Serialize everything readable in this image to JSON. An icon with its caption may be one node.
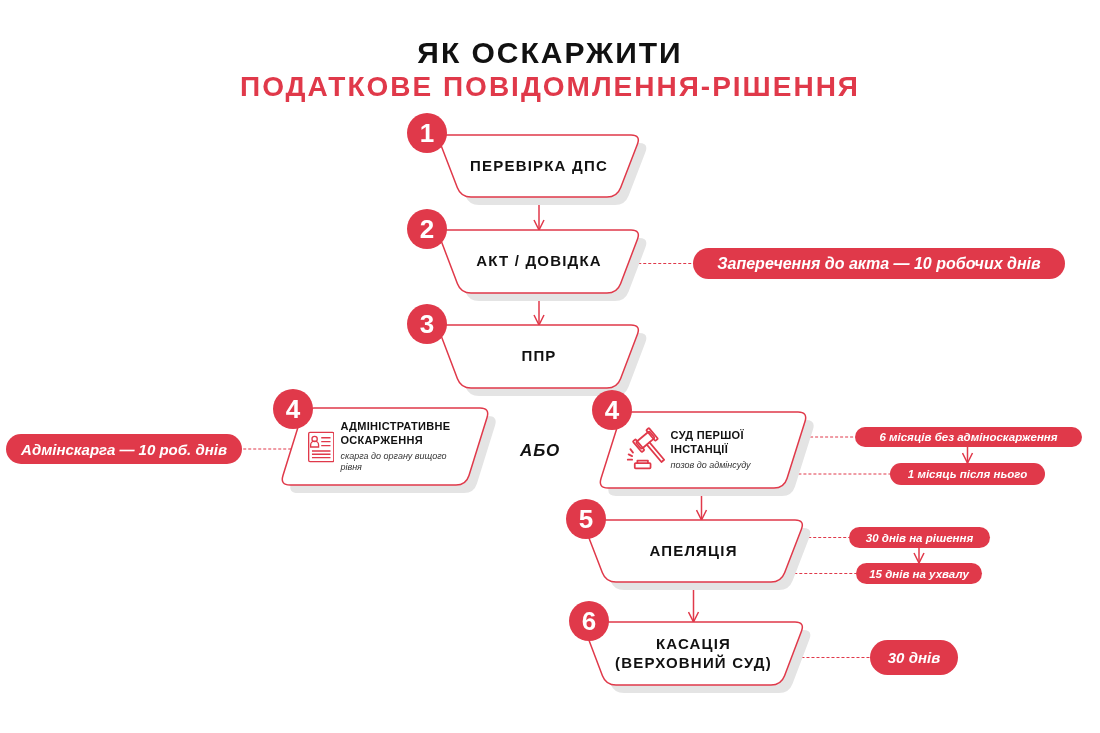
{
  "diagram": {
    "title": "ЯК ОСКАРЖИТИ",
    "nodes": [
      {
        "text": [
          "1",
          "ПЕРЕВІРКА ДПС"
        ]
      },
      {
        "text": [
          "2",
          "АКТ / ДОВІДКА"
        ]
      },
      {
        "text": [
          "3",
          "ППР"
        ]
      },
      {
        "text": [
          "4",
          "АДМІНІСТРАТИВНЕ ОСКАРЖЕННЯ",
          "скарга до органу вищого рівня"
        ]
      },
      {
        "text": [
          "4",
          "СУД ПЕРШОЇ ІНСТАНЦІЇ",
          "позов до адмінсуду"
        ]
      },
      {
        "text": [
          "5",
          "АПЕЛЯЦІЯ"
        ]
      },
      {
        "text": [
          "6",
          "КАСАЦІЯ (ВЕРХОВНИЙ СУД)"
        ]
      },
      {
        "text": [
          "Заперечення до акта — 10 робочих днів"
        ]
      },
      {
        "text": [
          "Адмінскарга — 10 роб. днів"
        ]
      },
      {
        "text": [
          "6 місяців без адміноскарження"
        ]
      },
      {
        "text": [
          "1 місяць після нього"
        ]
      },
      {
        "text": [
          "30 днів на рішення"
        ]
      },
      {
        "text": [
          "15 днів на ухвалу"
        ]
      },
      {
        "text": [
          "30 днів"
        ]
      }
    ],
    "edges": [
      {
        "from": 0,
        "to": 1,
        "arrow": "to"
      },
      {
        "from": 1,
        "to": 2,
        "arrow": "to"
      },
      {
        "from": 1,
        "to": 7,
        "arrow": "none",
        "style": "dashed"
      },
      {
        "from": 3,
        "to": 8,
        "arrow": "none",
        "style": "dashed"
      },
      {
        "from": 4,
        "to": 9,
        "arrow": "none",
        "style": "dashed"
      },
      {
        "from": 4,
        "to": 10,
        "arrow": "none",
        "style": "dashed"
      },
      {
        "from": 9,
        "to": 10,
        "arrow": "to"
      },
      {
        "from": 4,
        "to": 5,
        "arrow": "to"
      },
      {
        "from": 5,
        "to": 11,
        "arrow": "none",
        "style": "dashed"
      },
      {
        "from": 5,
        "to": 12,
        "arrow": "none",
        "style": "dashed"
      },
      {
        "from": 11,
        "to": 12,
        "arrow": "to"
      },
      {
        "from": 5,
        "to": 6,
        "arrow": "to"
      },
      {
        "from": 6,
        "to": 13,
        "arrow": "none",
        "style": "dashed"
      }
    ],
    "labels": [
      "ПОДАТКОВЕ ПОВІДОМЛЕННЯ-РІШЕННЯ",
      "АБО"
    ]
  }
}
